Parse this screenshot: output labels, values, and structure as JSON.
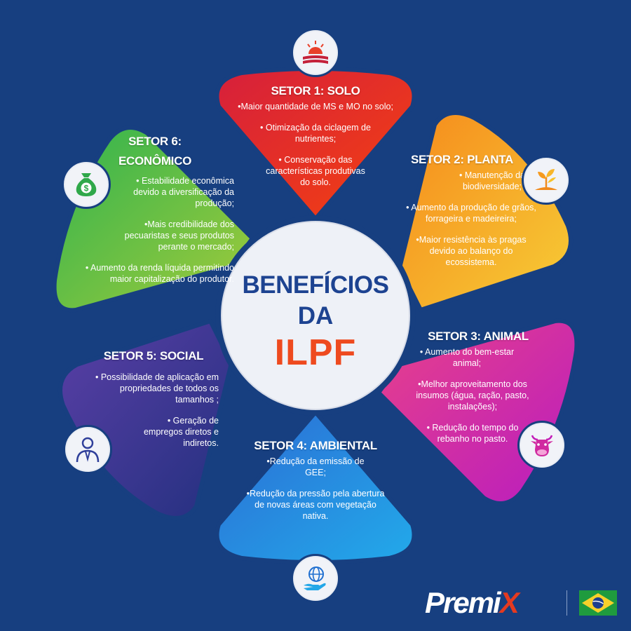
{
  "title": {
    "line1": "BENEFÍCIOS",
    "line2": "DA",
    "line3": "ILPF"
  },
  "sectors": [
    {
      "heading": "SETOR 1: SOLO",
      "icon": "sunrise-field-icon",
      "color_top": "#d61f3c",
      "color_bottom": "#f23a12",
      "items": [
        "•Maior quantidade de MS e MO no solo;",
        "• Otimização da ciclagem de nutrientes;",
        "• Conservação das características produtivas do solo."
      ]
    },
    {
      "heading": "SETOR 2: PLANTA",
      "icon": "sprout-icon",
      "color_top": "#f59a1e",
      "color_bottom": "#f7c22a",
      "items": [
        "• Manutenção da biodiversidade;",
        "• Aumento da produção de grãos, forrageira e madeireira;",
        "•Maior resistência às pragas devido ao balanço do ecossistema."
      ]
    },
    {
      "heading": "SETOR 3: ANIMAL",
      "icon": "cow-icon",
      "color_top": "#e0358a",
      "color_bottom": "#c21ab8",
      "items": [
        "• Aumento do bem-estar animal;",
        "•Melhor aproveitamento dos insumos (água, ração, pasto, instalações);",
        "• Redução do tempo do rebanho no pasto."
      ]
    },
    {
      "heading": "SETOR 4: AMBIENTAL",
      "icon": "globe-hand-icon",
      "color_top": "#2a74d6",
      "color_bottom": "#23a7e8",
      "items": [
        "•Redução da emissão de GEE;",
        "•Redução da pressão pela abertura de novas áreas com vegetação nativa."
      ]
    },
    {
      "heading": "SETOR 5: SOCIAL",
      "icon": "worker-icon",
      "color_top": "#4a3aa0",
      "color_bottom": "#2a2f8a",
      "items": [
        "• Possibilidade de aplicação em propriedades de todos os tamanhos ;",
        "• Geração de empregos diretos e indiretos."
      ]
    },
    {
      "heading": "SETOR 6: ECONÔMICO",
      "icon": "money-bag-icon",
      "color_top": "#36b34a",
      "color_bottom": "#98c93c",
      "items": [
        "• Estabilidade econômica devido a diversificação da produção;",
        "•Mais credibilidade dos pecuaristas e seus produtos perante o mercado;",
        "• Aumento da renda líquida permitindo maior capitalização do produtor."
      ]
    }
  ],
  "brand": {
    "name_main": "Premi",
    "name_x": "X",
    "flag_icon": "brazil-flag-icon"
  },
  "colors": {
    "background": "#173f80",
    "title_blue": "#1d4391",
    "title_orange": "#ee4a1f"
  }
}
